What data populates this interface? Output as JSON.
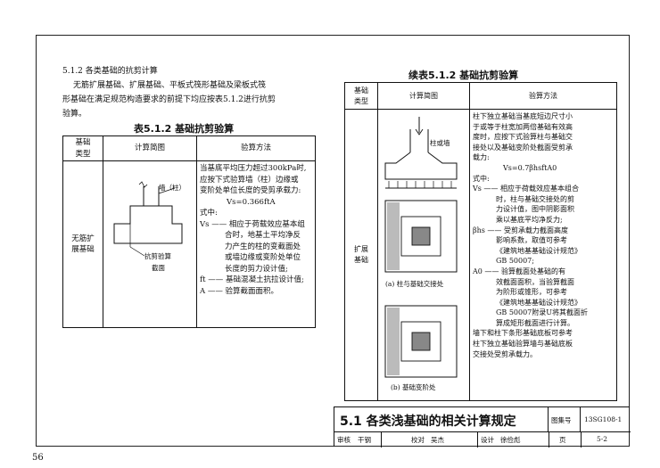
{
  "left": {
    "heading": "5.1.2 各类基础的抗剪计算",
    "para": [
      "无筋扩展基础、扩展基础、平板式筏形基础及梁板式筏",
      "形基础在满足规范构造要求的前提下均应按表5.1.2进行抗剪",
      "验算。"
    ],
    "table_title": "表5.1.2 基础抗剪验算",
    "headers": [
      "基础",
      "类型",
      "计算简图",
      "验算方法"
    ],
    "type_label": [
      "无筋扩",
      "展基础"
    ],
    "method_lines": [
      "当基底平均压力超过300kPa时,",
      "应按下式验算墙（柱）边缘或",
      "变阶处单位长度的受剪承载力:",
      "Vs=0.366ftA",
      "式中:",
      "Vs —— 相应于荷载效应基本组",
      "合时，地基土平均净反",
      "力产生的柱的变截面处",
      "或墙边缘或变阶处单位",
      "长度的剪力设计值;",
      "ft —— 基础混凝土抗拉设计值;",
      "A —— 验算截面面积。"
    ],
    "diagram_labels": [
      "墙（柱）",
      "抗剪验算",
      "截面"
    ]
  },
  "right": {
    "table_title": "续表5.1.2 基础抗剪验算",
    "headers": [
      "基础",
      "类型",
      "计算简图",
      "验算方法"
    ],
    "type_label": [
      "扩展",
      "基础"
    ],
    "diagram_labels": [
      "柱或墙",
      "(a) 柱与基础交接处",
      "(b) 基础变阶处"
    ],
    "method_lines": [
      "柱下独立基础当基底短边尺寸小",
      "于或等于柱宽加两倍基础有效高",
      "度时，应按下式验算柱与基础交",
      "接处以及基础变阶处截面受剪承",
      "载力:",
      "Vs=0.7βhsftA0",
      "式中:",
      "Vs —— 相应于荷载效应基本组合",
      "时，柱与基础交接处的剪",
      "力设计值，图中阴影面积",
      "乘以基底平均净反力;",
      "βhs —— 受剪承载力截面高度",
      "影响系数，取值可参考",
      "《建筑地基基础设计规范》",
      "GB 50007;",
      "A0 —— 验算截面处基础的有",
      "效截面面积，当验算截面",
      "为阶形或锥形，可参考",
      "《建筑地基基础设计规范》",
      "GB 50007附录U将其截面折",
      "算成矩形截面进行计算。",
      "墙下和柱下条形基础底板可参考",
      "柱下独立基础验算墙与基础底板",
      "交接处受剪承载力。"
    ]
  },
  "footer": {
    "title": "5.1 各类浅基础的相关计算规定",
    "atlas_label": "图集号",
    "atlas_no": "13SG108-1",
    "row": [
      "审核",
      "干钢",
      "校对",
      "吴杰",
      "设计",
      "徐俭彪",
      "页",
      "5-2"
    ]
  },
  "page_number": "56"
}
